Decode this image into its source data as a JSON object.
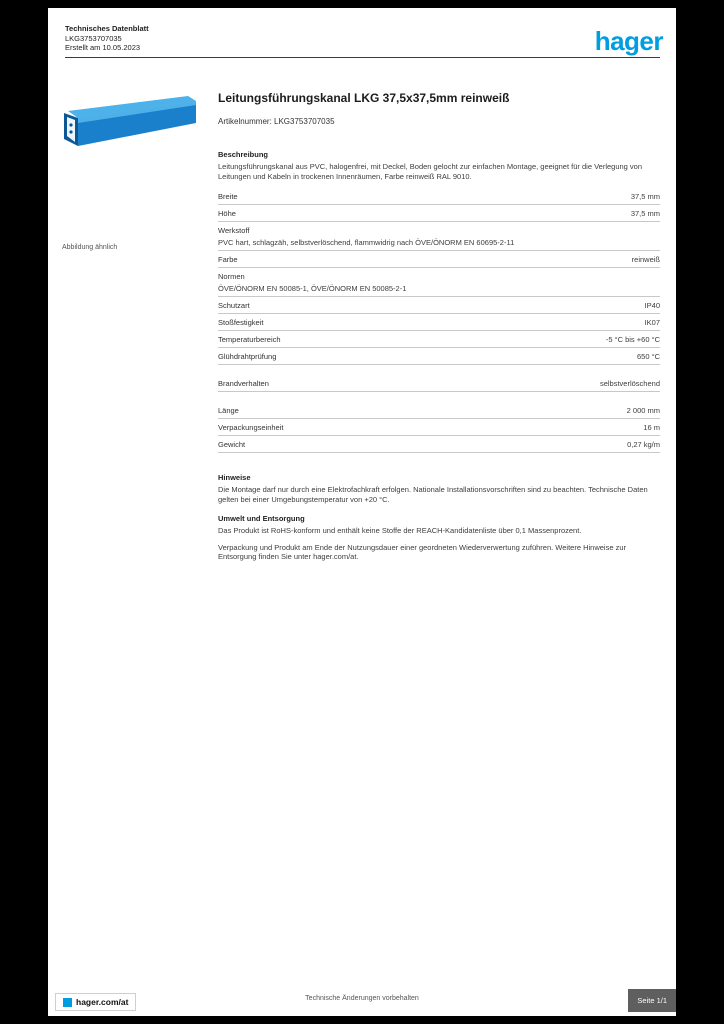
{
  "header": {
    "doc_title": "Technisches Datenblatt",
    "doc_article": "LKG3753707035",
    "doc_date": "Erstellt am 10.05.2023",
    "logo": "hager"
  },
  "product": {
    "title": "Leitungsführungskanal LKG 37,5x37,5mm reinweiß",
    "subtitle": "Artikelnummer: LKG3753707035"
  },
  "left": {
    "note": "Abbildung ähnlich"
  },
  "specs": {
    "blocks": [
      {
        "type": "heading",
        "text": "Beschreibung"
      },
      {
        "type": "para",
        "text": "Leitungsführungskanal aus PVC, halogenfrei, mit Deckel, Boden gelocht zur einfachen Montage, geeignet für die Verlegung von Leitungen und Kabeln in trockenen Innenräumen, Farbe reinweiß RAL 9010."
      },
      {
        "type": "row",
        "label": "Breite",
        "value": "37,5 mm"
      },
      {
        "type": "row",
        "label": "Höhe",
        "value": "37,5 mm"
      },
      {
        "type": "rowwrap",
        "label": "Werkstoff",
        "value": "PVC hart, schlagzäh, selbstverlöschend, flammwidrig nach ÖVE/ÖNORM EN 60695-2-11"
      },
      {
        "type": "row",
        "label": "Farbe",
        "value": "reinweiß"
      },
      {
        "type": "rowwrap",
        "label": "Normen",
        "value": "ÖVE/ÖNORM EN 50085-1, ÖVE/ÖNORM EN 50085-2-1"
      },
      {
        "type": "row",
        "label": "Schutzart",
        "value": "IP40"
      },
      {
        "type": "row",
        "label": "Stoßfestigkeit",
        "value": "IK07"
      },
      {
        "type": "row",
        "label": "Temperaturbereich",
        "value": "-5 °C bis +60 °C"
      },
      {
        "type": "row",
        "label": "Glühdrahtprüfung",
        "value": "650 °C"
      },
      {
        "type": "gap"
      },
      {
        "type": "row",
        "label": "Brandverhalten",
        "value": "selbstverlöschend"
      },
      {
        "type": "gap"
      },
      {
        "type": "row",
        "label": "Länge",
        "value": "2 000 mm"
      },
      {
        "type": "row",
        "label": "Verpackungseinheit",
        "value": "16 m"
      },
      {
        "type": "row",
        "label": "Gewicht",
        "value": "0,27 kg/m"
      },
      {
        "type": "gap"
      },
      {
        "type": "heading",
        "text": "Hinweise"
      },
      {
        "type": "para",
        "text": "Die Montage darf nur durch eine Elektrofachkraft erfolgen. Nationale Installationsvorschriften sind zu beachten. Technische Daten gelten bei einer Umgebungstemperatur von +20 °C."
      },
      {
        "type": "heading",
        "text": "Umwelt und Entsorgung"
      },
      {
        "type": "para",
        "text": "Das Produkt ist RoHS-konform und enthält keine Stoffe der REACH-Kandidatenliste über 0,1 Massenprozent."
      },
      {
        "type": "para",
        "text": "Verpackung und Produkt am Ende der Nutzungsdauer einer geordneten Wiederverwertung zuführen. Weitere Hinweise zur Entsorgung finden Sie unter hager.com/at."
      }
    ]
  },
  "footer": {
    "site": "hager.com/at",
    "note": "Technische Änderungen vorbehalten",
    "page": "Seite 1/1"
  },
  "colors": {
    "brand_blue": "#009ee0",
    "product_blue": "#1b80cc"
  }
}
